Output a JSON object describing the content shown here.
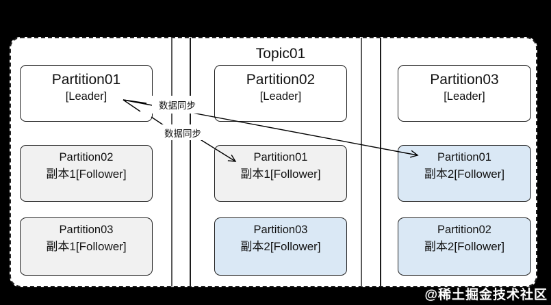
{
  "diagram": {
    "topic_label": "Topic01",
    "sync_labels": {
      "first": "数据同步",
      "second": "数据同步"
    },
    "watermark": "@稀土掘金技术社区",
    "colors": {
      "frame_bg": "#000000",
      "canvas_bg": "#ffffff",
      "border": "#1f1f1f",
      "line": "#000000",
      "leader_fill": "#ffffff",
      "follower_gray_fill": "#f1f1f1",
      "follower_blue_fill": "#dae8f5"
    },
    "brokers": [
      {
        "boxes": [
          {
            "title": "Partition01",
            "subtitle": "[Leader]",
            "variant": "leader"
          },
          {
            "title": "Partition02",
            "subtitle": "副本1[Follower]",
            "variant": "gray"
          },
          {
            "title": "Partition03",
            "subtitle": "副本1[Follower]",
            "variant": "gray"
          }
        ]
      },
      {
        "boxes": [
          {
            "title": "Partition02",
            "subtitle": "[Leader]",
            "variant": "leader"
          },
          {
            "title": "Partition01",
            "subtitle": "副本1[Follower]",
            "variant": "gray"
          },
          {
            "title": "Partition03",
            "subtitle": "副本2[Follower]",
            "variant": "blue"
          }
        ]
      },
      {
        "boxes": [
          {
            "title": "Partition03",
            "subtitle": "[Leader]",
            "variant": "leader"
          },
          {
            "title": "Partition01",
            "subtitle": "副本2[Follower]",
            "variant": "blue"
          },
          {
            "title": "Partition02",
            "subtitle": "副本2[Follower]",
            "variant": "blue"
          }
        ]
      }
    ]
  }
}
